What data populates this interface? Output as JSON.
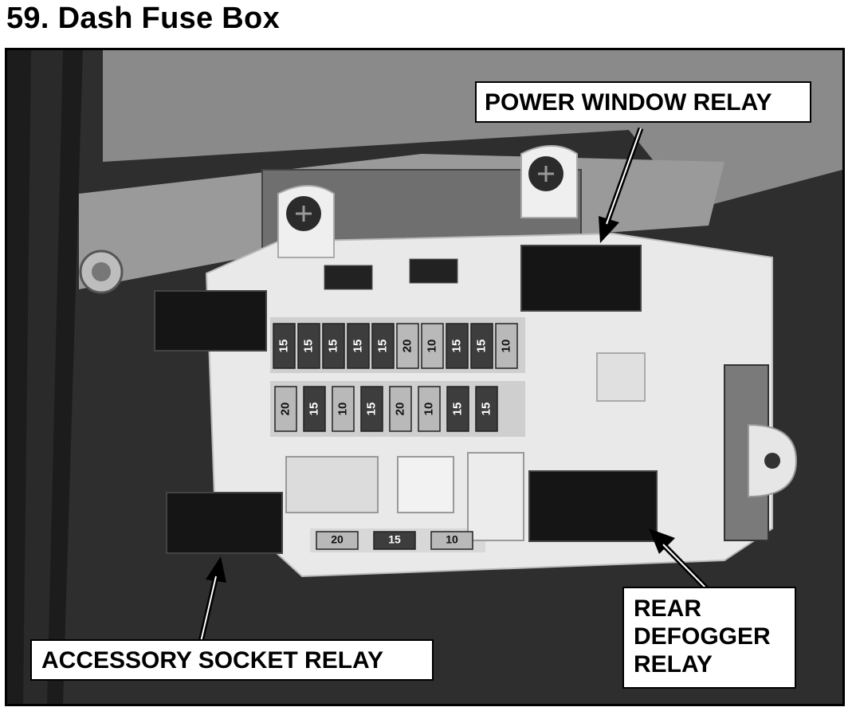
{
  "title": "59. Dash Fuse Box",
  "labels": {
    "power_window_relay": "POWER WINDOW RELAY",
    "accessory_socket_relay": "ACCESSORY SOCKET RELAY",
    "rear_defogger_relay": [
      "REAR",
      "DEFOGGER",
      "RELAY"
    ]
  },
  "fuses": {
    "top_row": [
      "15",
      "15",
      "15",
      "15",
      "15",
      "20",
      "10",
      "15",
      "15",
      "10"
    ],
    "middle_row": [
      "20",
      "15",
      "10",
      "15",
      "20",
      "10",
      "15",
      "15"
    ],
    "bottom_row": [
      "20",
      "15",
      "10"
    ]
  }
}
